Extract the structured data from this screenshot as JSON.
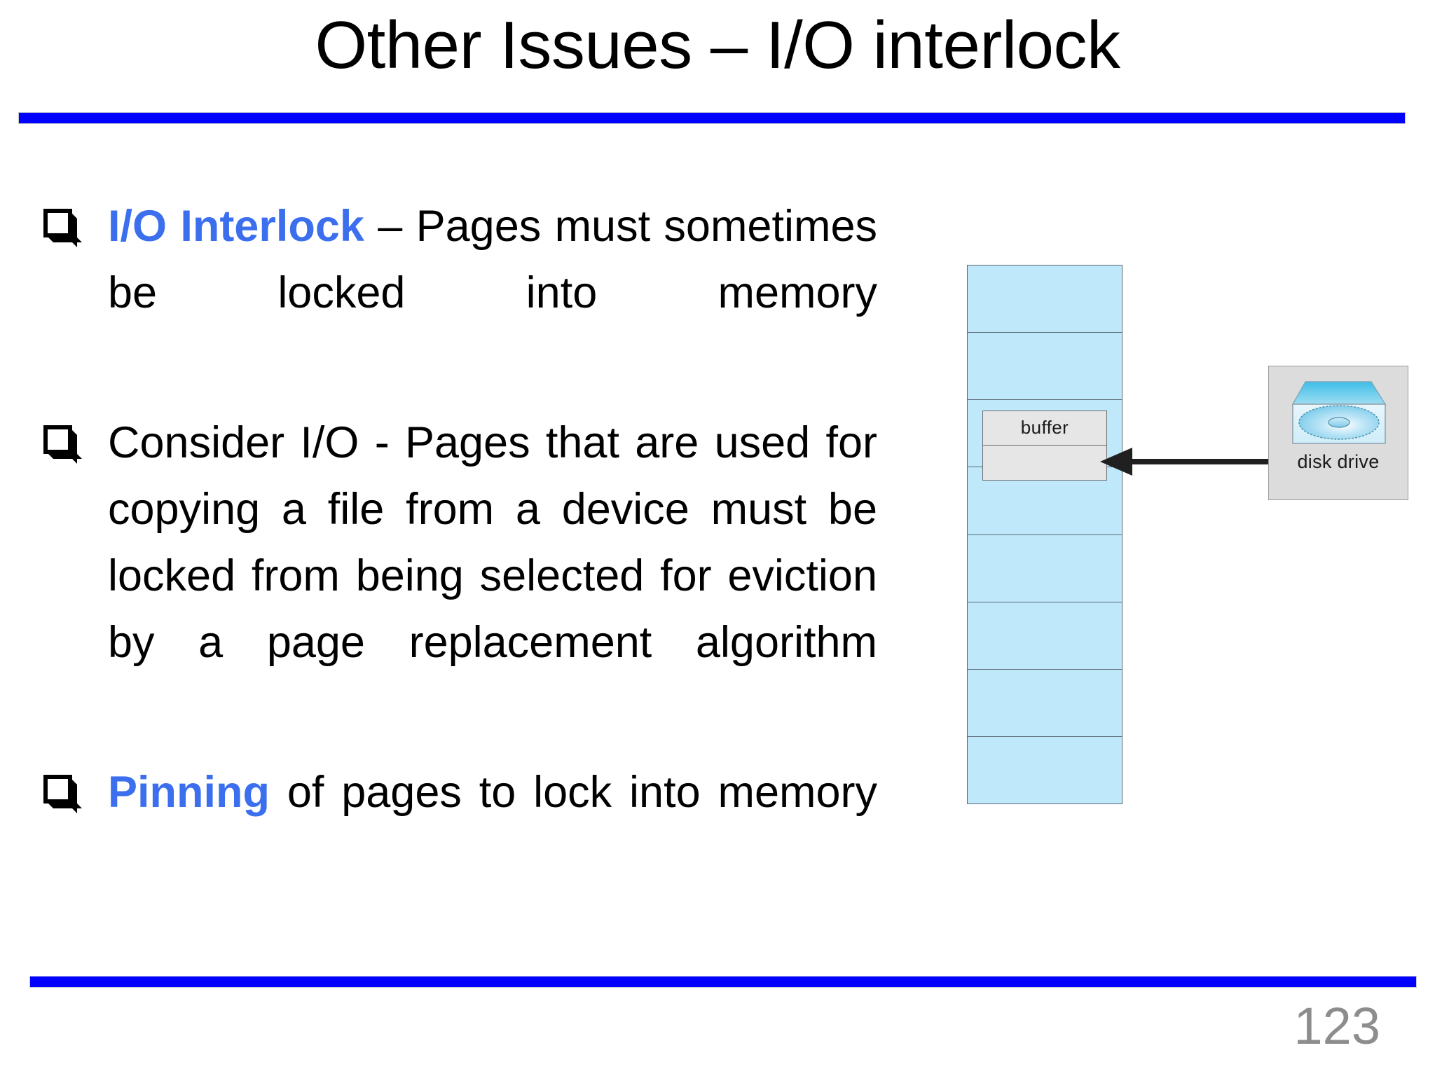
{
  "slide": {
    "title": "Other Issues – I/O interlock",
    "page_number": "123",
    "accent_color": "#0000FF",
    "keyword_color": "#3B6FEE",
    "page_number_color": "#8D8D8D"
  },
  "bullets": [
    {
      "marker": "hollow-square-bullet",
      "keyword": "I/O Interlock",
      "rest": " – Pages must sometimes be locked into memory"
    },
    {
      "marker": "hollow-square-bullet",
      "keyword": "",
      "rest": "Consider I/O - Pages that are used for copying a file from a device must be locked from being selected for eviction by a page replacement algorithm"
    },
    {
      "marker": "hollow-square-bullet",
      "keyword": "Pinning",
      "rest": " of pages to lock into memory"
    }
  ],
  "diagram": {
    "name": "io-interlock-diagram",
    "memory_column": {
      "label": "physical-memory-frames",
      "cell_count": 8,
      "fill_color": "#BFE8FA",
      "border_color": "#5A6A74"
    },
    "buffer": {
      "label": "buffer",
      "fill_color": "#E6E6E6",
      "border_color": "#6B6B6B"
    },
    "arrow": {
      "name": "disk-to-buffer-arrow",
      "direction": "left",
      "color": "#202020"
    },
    "disk_drive": {
      "label": "disk drive",
      "panel_color": "#DCDCDC",
      "platter_color": "#8FD3F0"
    }
  }
}
